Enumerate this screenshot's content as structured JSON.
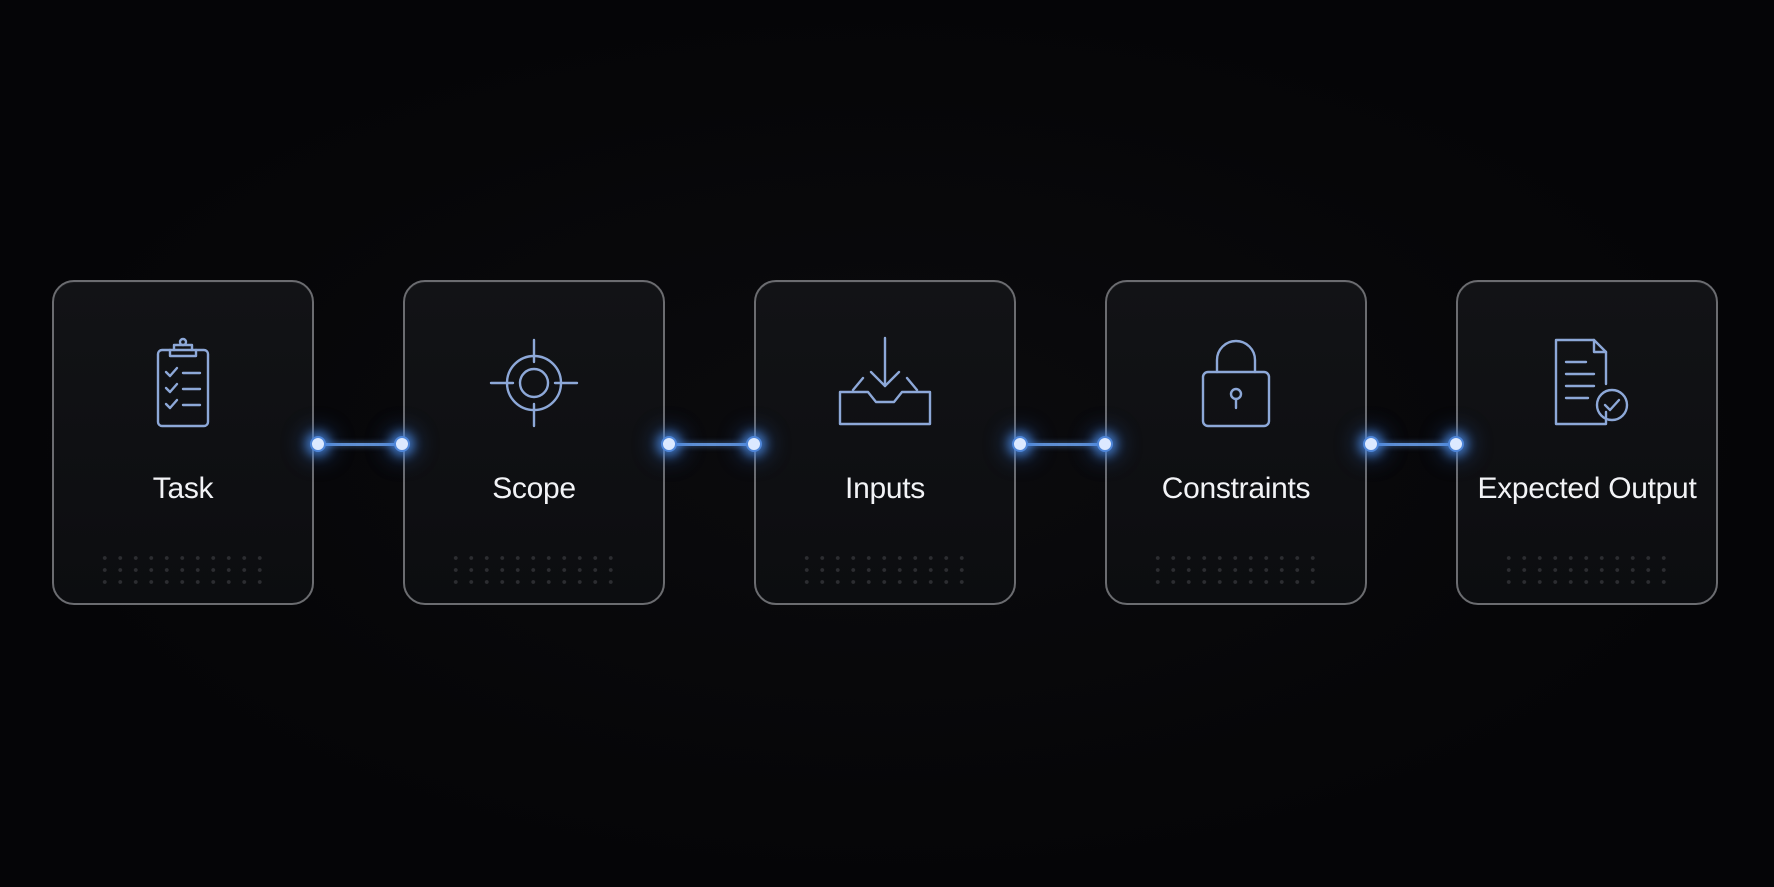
{
  "steps": [
    {
      "label": "Task",
      "icon": "clipboard-checklist-icon"
    },
    {
      "label": "Scope",
      "icon": "target-crosshair-icon"
    },
    {
      "label": "Inputs",
      "icon": "inbox-download-icon"
    },
    {
      "label": "Constraints",
      "icon": "padlock-icon"
    },
    {
      "label": "Expected Output",
      "icon": "document-check-icon"
    }
  ],
  "colors": {
    "background": "#050507",
    "card_border": "#6b6c70",
    "icon_stroke": "#8da8d8",
    "connector": "#5f8fd3",
    "label": "#f2f3f6"
  }
}
